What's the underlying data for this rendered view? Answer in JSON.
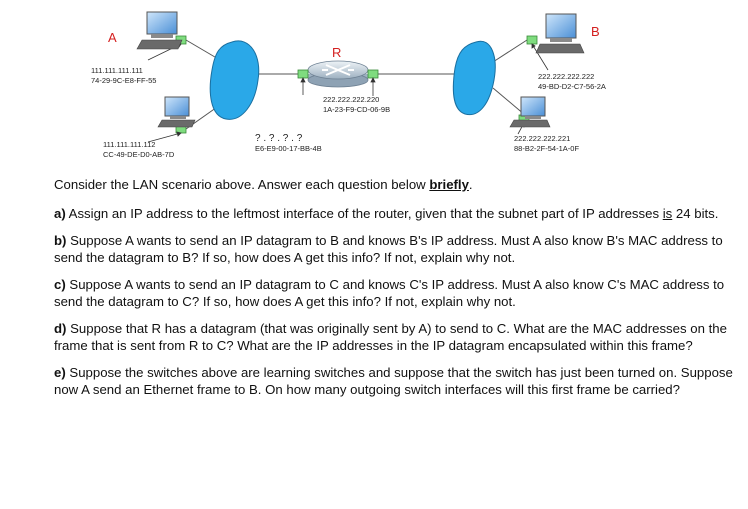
{
  "diagram": {
    "host_a": {
      "name": "A",
      "ip": "111.111.111.111",
      "mac": "74-29-9C-E8-FF-55"
    },
    "host_c": {
      "ip": "111.111.111.112",
      "mac": "CC-49-DE-D0-AB-7D"
    },
    "router": {
      "name": "R",
      "left_ip": "? . ? . ? . ?",
      "left_mac": "E6-E9-00-17-BB-4B",
      "right_ip": "222.222.222.220",
      "right_mac": "1A-23-F9-CD-06-9B"
    },
    "host_b": {
      "name": "B",
      "ip": "222.222.222.222",
      "mac": "49-BD-D2-C7-56-2A"
    },
    "host_d": {
      "ip": "222.222.222.221",
      "mac": "88-B2-2F-54-1A-0F"
    },
    "colors": {
      "switch": "#2aa8e8",
      "nic": "#7fdc7f",
      "label_red": "#d42020"
    }
  },
  "questions": {
    "intro_pre": "Consider the LAN scenario above. Answer each question below ",
    "intro_emph": "briefly",
    "intro_post": ".",
    "a_label": "a)",
    "a_text_pre": " Assign an IP address to the leftmost interface of the router, given that the subnet part of IP addresses ",
    "a_text_u": "is",
    "a_text_post": " 24 bits.",
    "b_label": "b)",
    "b_text": " Suppose A wants to send an IP datagram to B and knows B's IP address. Must A also know B's MAC address to send the datagram to B? If so, how does A get this info? If not, explain why not.",
    "c_label": "c)",
    "c_text": " Suppose A wants to send an IP datagram to C and knows C's IP address. Must A also know C's MAC address to send the datagram to C? If so, how does A get this info? If not, explain why not.",
    "d_label": "d)",
    "d_text": " Suppose that R has a datagram (that was originally sent by A) to send to C. What are the MAC addresses on the frame that is sent from R to C? What are the IP addresses in the IP datagram encapsulated within this frame?",
    "e_label": "e)",
    "e_text": " Suppose the switches above are learning switches and suppose that the switch has just been turned on. Suppose now A send an Ethernet frame to B. On how many outgoing switch interfaces will this first frame be carried?"
  }
}
